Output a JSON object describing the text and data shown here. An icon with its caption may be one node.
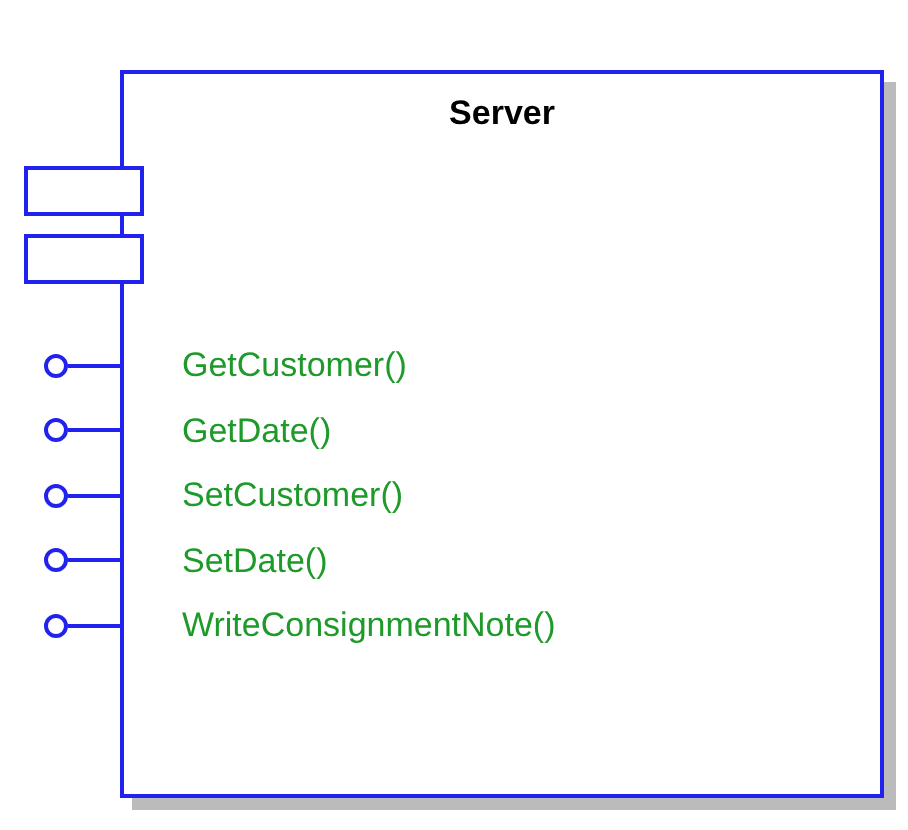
{
  "diagram": {
    "nodes": [
      {
        "text": [
          "Server"
        ]
      },
      {
        "text": [],
        "shape": "box"
      },
      {
        "text": [],
        "shape": "box"
      },
      {
        "text": [],
        "shape": "circle"
      },
      {
        "text": [],
        "shape": "circle"
      },
      {
        "text": [],
        "shape": "circle"
      },
      {
        "text": [],
        "shape": "circle"
      },
      {
        "text": [],
        "shape": "circle"
      }
    ],
    "edges": [
      {
        "from": 3,
        "to": 0,
        "arrow": "none"
      },
      {
        "from": 4,
        "to": 0,
        "arrow": "none"
      },
      {
        "from": 5,
        "to": 0,
        "arrow": "none"
      },
      {
        "from": 6,
        "to": 0,
        "arrow": "none"
      },
      {
        "from": 7,
        "to": 0,
        "arrow": "none"
      }
    ],
    "labels": [
      "GetCustomer()",
      "GetDate()",
      "SetCustomer()",
      "SetDate()",
      "WriteConsignmentNote()"
    ]
  }
}
